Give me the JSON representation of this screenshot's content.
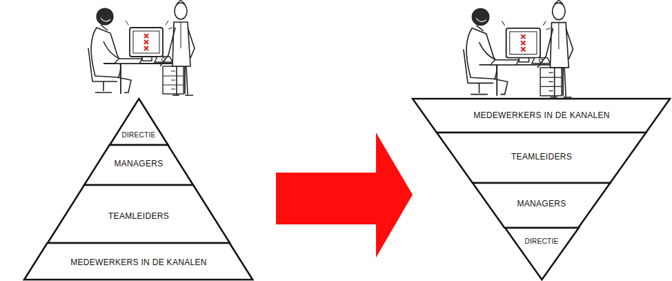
{
  "diagram": {
    "nodes": [
      {
        "text": [
          "DIRECTIE"
        ]
      },
      {
        "text": [
          "MANAGERS"
        ]
      },
      {
        "text": [
          "TEAMLEIDERS"
        ]
      },
      {
        "text": [
          "MEDEWERKERS IN DE KANALEN"
        ]
      },
      {
        "text": [
          "MEDEWERKERS IN DE KANALEN"
        ]
      },
      {
        "text": [
          "TEAMLEIDERS"
        ]
      },
      {
        "text": [
          "MANAGERS"
        ]
      },
      {
        "text": [
          "DIRECTIE"
        ]
      }
    ]
  }
}
